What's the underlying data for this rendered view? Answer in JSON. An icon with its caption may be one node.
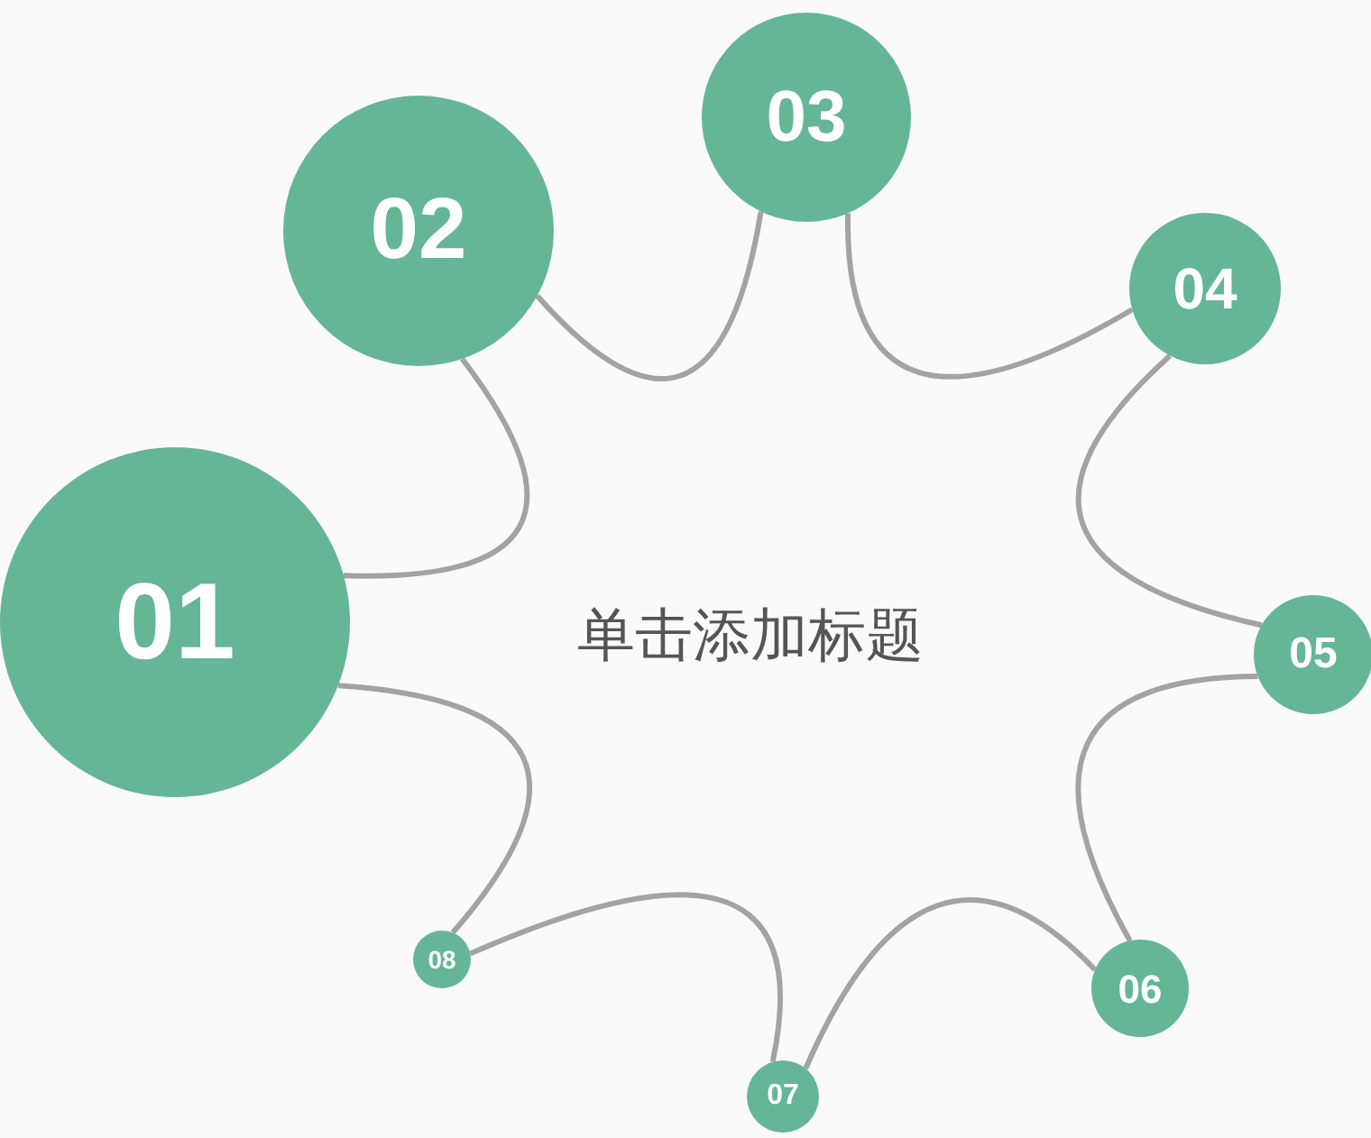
{
  "diagram": {
    "nodes": [
      {
        "text": [
          "01"
        ]
      },
      {
        "text": [
          "02"
        ]
      },
      {
        "text": [
          "03"
        ]
      },
      {
        "text": [
          "04"
        ]
      },
      {
        "text": [
          "05"
        ]
      },
      {
        "text": [
          "06"
        ]
      },
      {
        "text": [
          "07"
        ]
      },
      {
        "text": [
          "08"
        ]
      }
    ],
    "edges": [
      {
        "from": 0,
        "to": 1,
        "arrow": "none"
      },
      {
        "from": 1,
        "to": 2,
        "arrow": "none"
      },
      {
        "from": 2,
        "to": 3,
        "arrow": "none"
      },
      {
        "from": 3,
        "to": 4,
        "arrow": "none"
      },
      {
        "from": 4,
        "to": 5,
        "arrow": "none"
      },
      {
        "from": 5,
        "to": 6,
        "arrow": "none"
      },
      {
        "from": 6,
        "to": 7,
        "arrow": "none"
      },
      {
        "from": 7,
        "to": 0,
        "arrow": "none"
      }
    ],
    "labels": [
      "单击添加标题"
    ]
  }
}
